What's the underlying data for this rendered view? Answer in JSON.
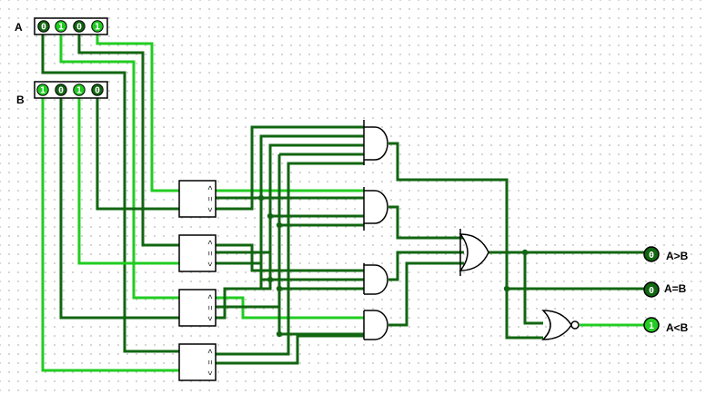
{
  "inputs": {
    "a": {
      "label": "A",
      "bits": [
        "0",
        "1",
        "0",
        "1"
      ]
    },
    "b": {
      "label": "B",
      "bits": [
        "1",
        "0",
        "1",
        "0"
      ]
    }
  },
  "comparator_symbols": [
    "<",
    "=",
    ">"
  ],
  "outputs": [
    {
      "label": "A>B",
      "value": "0"
    },
    {
      "label": "A=B",
      "value": "0"
    },
    {
      "label": "A<B",
      "value": "1"
    }
  ],
  "colors": {
    "wire_high": "#22cc22",
    "wire_low": "#116611",
    "pin_high": "#22cc22",
    "pin_low": "#116611",
    "gate_stroke": "#000000"
  }
}
